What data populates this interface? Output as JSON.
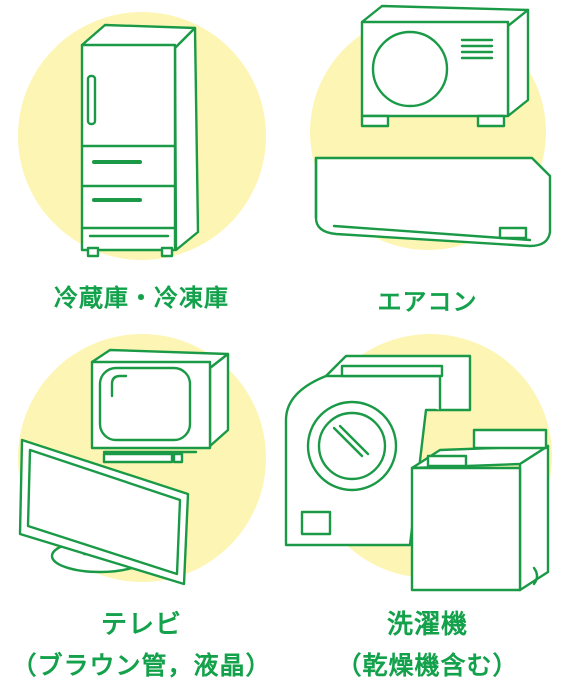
{
  "colors": {
    "accent": "#13a14b",
    "circle": "#fdf5b4",
    "line": "#1a9a46",
    "fill": "#ffffff"
  },
  "items": [
    {
      "label": "冷蔵庫・冷凍庫",
      "icon": "refrigerator-icon"
    },
    {
      "label": "エアコン",
      "icon": "air-conditioner-icon"
    },
    {
      "label": "テレビ",
      "sublabel": "（ブラウン管，液晶）",
      "icon": "television-icon"
    },
    {
      "label": "洗濯機",
      "sublabel": "（乾燥機含む）",
      "icon": "washing-machine-icon"
    }
  ]
}
